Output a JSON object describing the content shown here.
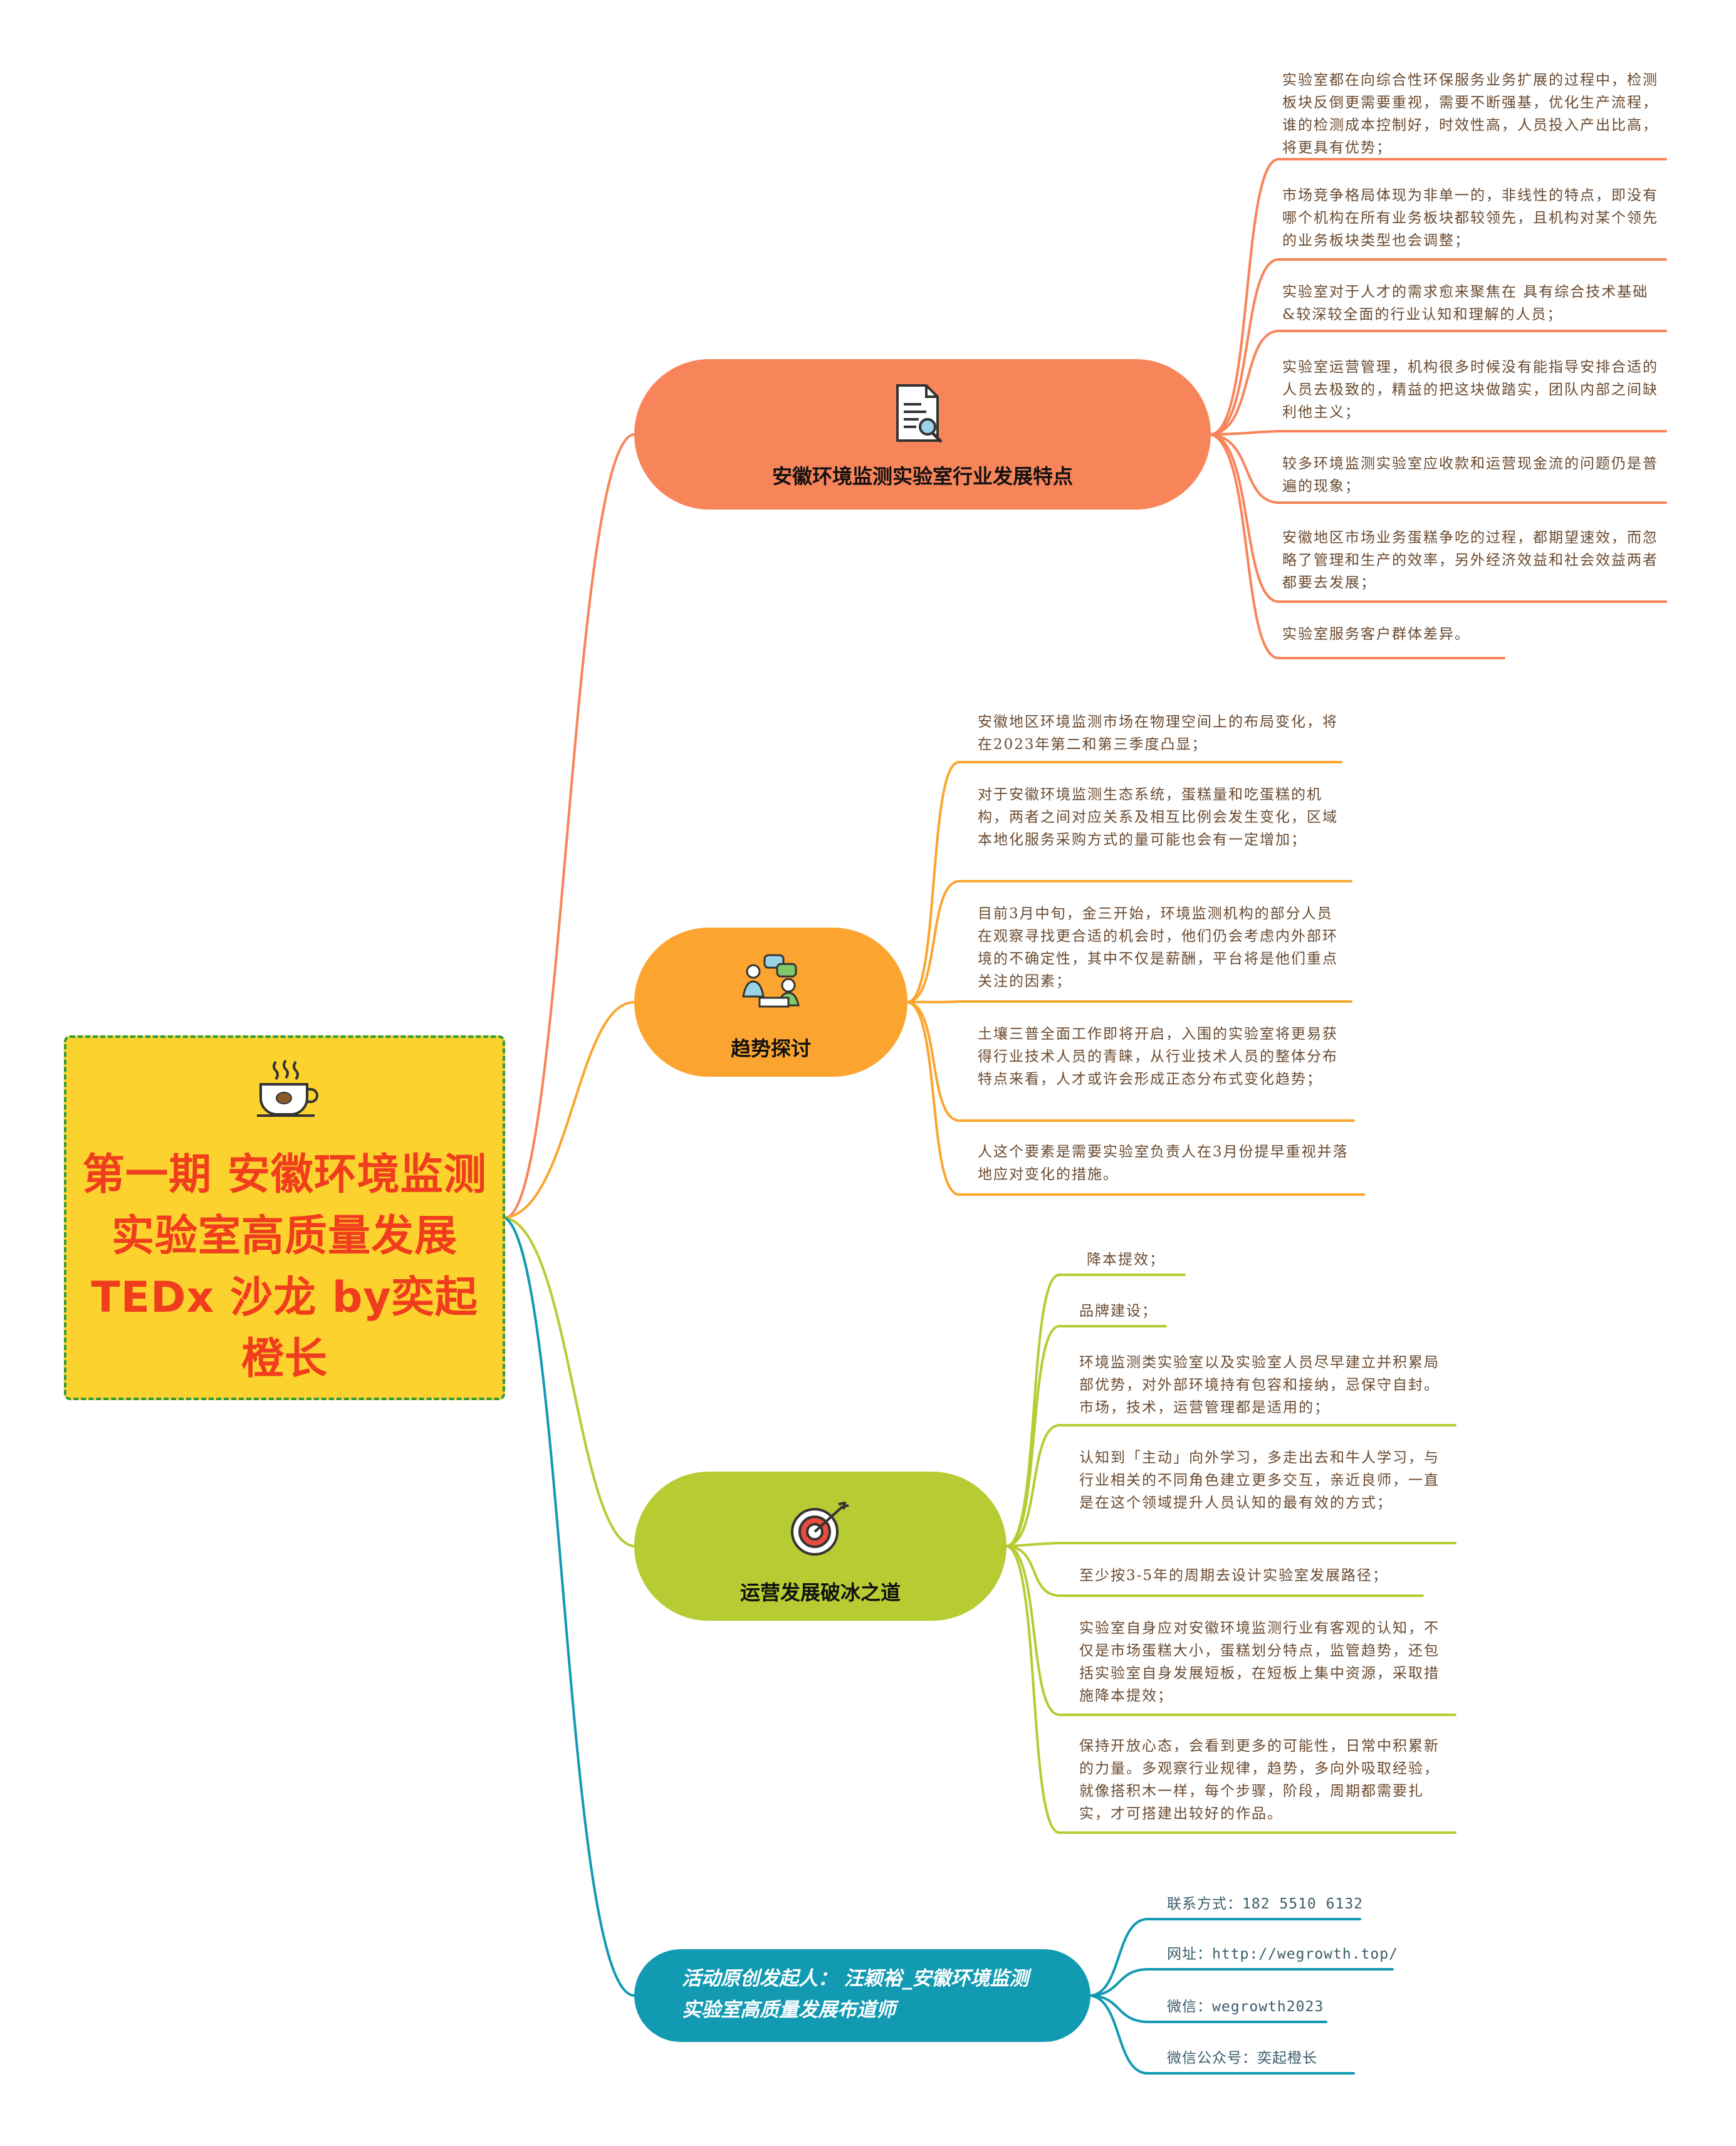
{
  "root": {
    "title": "第一期 安徽环境监测实验室高质量发展 TEDx 沙龙 by奕起橙长",
    "icon": "coffee-cup-icon"
  },
  "colors": {
    "orange": "#f8845a",
    "amber": "#fba530",
    "green": "#b7cb33",
    "teal": "#139ab3",
    "root": "#fcd22e",
    "root_text": "#f03d1d"
  },
  "branches": [
    {
      "label": "安徽环境监测实验室行业发展特点",
      "icon": "document-search-icon",
      "leaves": [
        "实验室都在向综合性环保服务业务扩展的过程中，检测板块反倒更需要重视，需要不断强基，优化生产流程，谁的检测成本控制好，时效性高，人员投入产出比高，将更具有优势；",
        "市场竞争格局体现为非单一的，非线性的特点，即没有哪个机构在所有业务板块都较领先，且机构对某个领先的业务板块类型也会调整；",
        "实验室对于人才的需求愈来聚焦在 具有综合技术基础&较深较全面的行业认知和理解的人员；",
        "实验室运营管理，机构很多时候没有能指导安排合适的人员去极致的，精益的把这块做踏实，团队内部之间缺利他主义；",
        "较多环境监测实验室应收款和运营现金流的问题仍是普遍的现象；",
        "安徽地区市场业务蛋糕争吃的过程，都期望速效，而忽略了管理和生产的效率，另外经济效益和社会效益两者都要去发展；",
        "实验室服务客户群体差异。"
      ]
    },
    {
      "label": "趋势探讨",
      "icon": "discussion-icon",
      "leaves": [
        "安徽地区环境监测市场在物理空间上的布局变化，将在2023年第二和第三季度凸显；",
        "对于安徽环境监测生态系统，蛋糕量和吃蛋糕的机构，两者之间对应关系及相互比例会发生变化，区域本地化服务采购方式的量可能也会有一定增加；",
        "目前3月中旬，金三开始，环境监测机构的部分人员在观察寻找更合适的机会时，他们仍会考虑内外部环境的不确定性，其中不仅是薪酬，平台将是他们重点关注的因素；",
        "土壤三普全面工作即将开启，入围的实验室将更易获得行业技术人员的青睐，从行业技术人员的整体分布特点来看，人才或许会形成正态分布式变化趋势；",
        "人这个要素是需要实验室负责人在3月份提早重视并落地应对变化的措施。"
      ]
    },
    {
      "label": "运营发展破冰之道",
      "icon": "target-icon",
      "leaves": [
        "降本提效；",
        "品牌建设；",
        "环境监测类实验室以及实验室人员尽早建立并积累局部优势，对外部环境持有包容和接纳，忌保守自封。市场，技术，运营管理都是适用的；",
        "认知到「主动」向外学习，多走出去和牛人学习，与行业相关的不同角色建立更多交互，亲近良师，一直是在这个领域提升人员认知的最有效的方式；",
        "至少按3-5年的周期去设计实验室发展路径；",
        "实验室自身应对安徽环境监测行业有客观的认知，不仅是市场蛋糕大小，蛋糕划分特点，监管趋势，还包括实验室自身发展短板，在短板上集中资源，采取措施降本提效；",
        "保持开放心态，会看到更多的可能性，日常中积累新的力量。多观察行业规律，趋势，多向外吸取经验，就像搭积木一样，每个步骤，阶段，周期都需要扎实，才可搭建出较好的作品。"
      ]
    },
    {
      "label": "活动原创发起人： 汪颖裕_安徽环境监测实验室高质量发展布道师",
      "leaves": [
        "联系方式：182 5510 6132",
        "网址：http://wegrowth.top/",
        "微信：wegrowth2023",
        "微信公众号：奕起橙长"
      ]
    }
  ]
}
